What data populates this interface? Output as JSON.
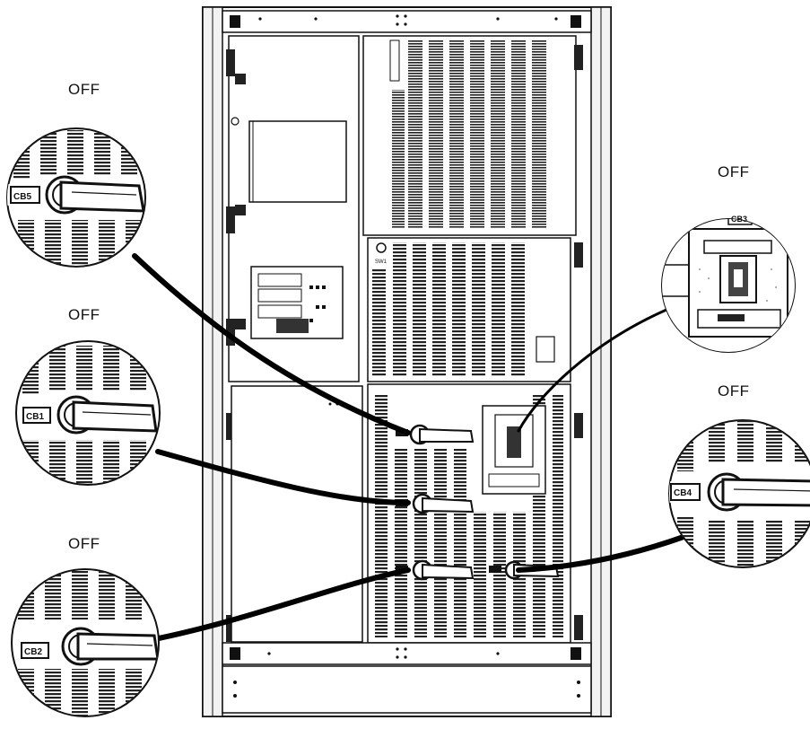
{
  "callouts": {
    "cb5": {
      "tag": "CB5",
      "state": "OFF"
    },
    "cb1": {
      "tag": "CB1",
      "state": "OFF"
    },
    "cb2": {
      "tag": "CB2",
      "state": "OFF"
    },
    "cb3": {
      "tag": "CB3",
      "state": "OFF"
    },
    "cb4": {
      "tag": "CB4",
      "state": "OFF"
    }
  },
  "cabinet": {
    "switch_tags": [
      "CB5",
      "CB1",
      "CB2",
      "CB4",
      "CB3"
    ],
    "small_tag": "SW1"
  },
  "colors": {
    "line": "#111111",
    "panel": "#ffffff",
    "vent": "#2a2a2a",
    "frame_shade": "#d9d9d9"
  }
}
